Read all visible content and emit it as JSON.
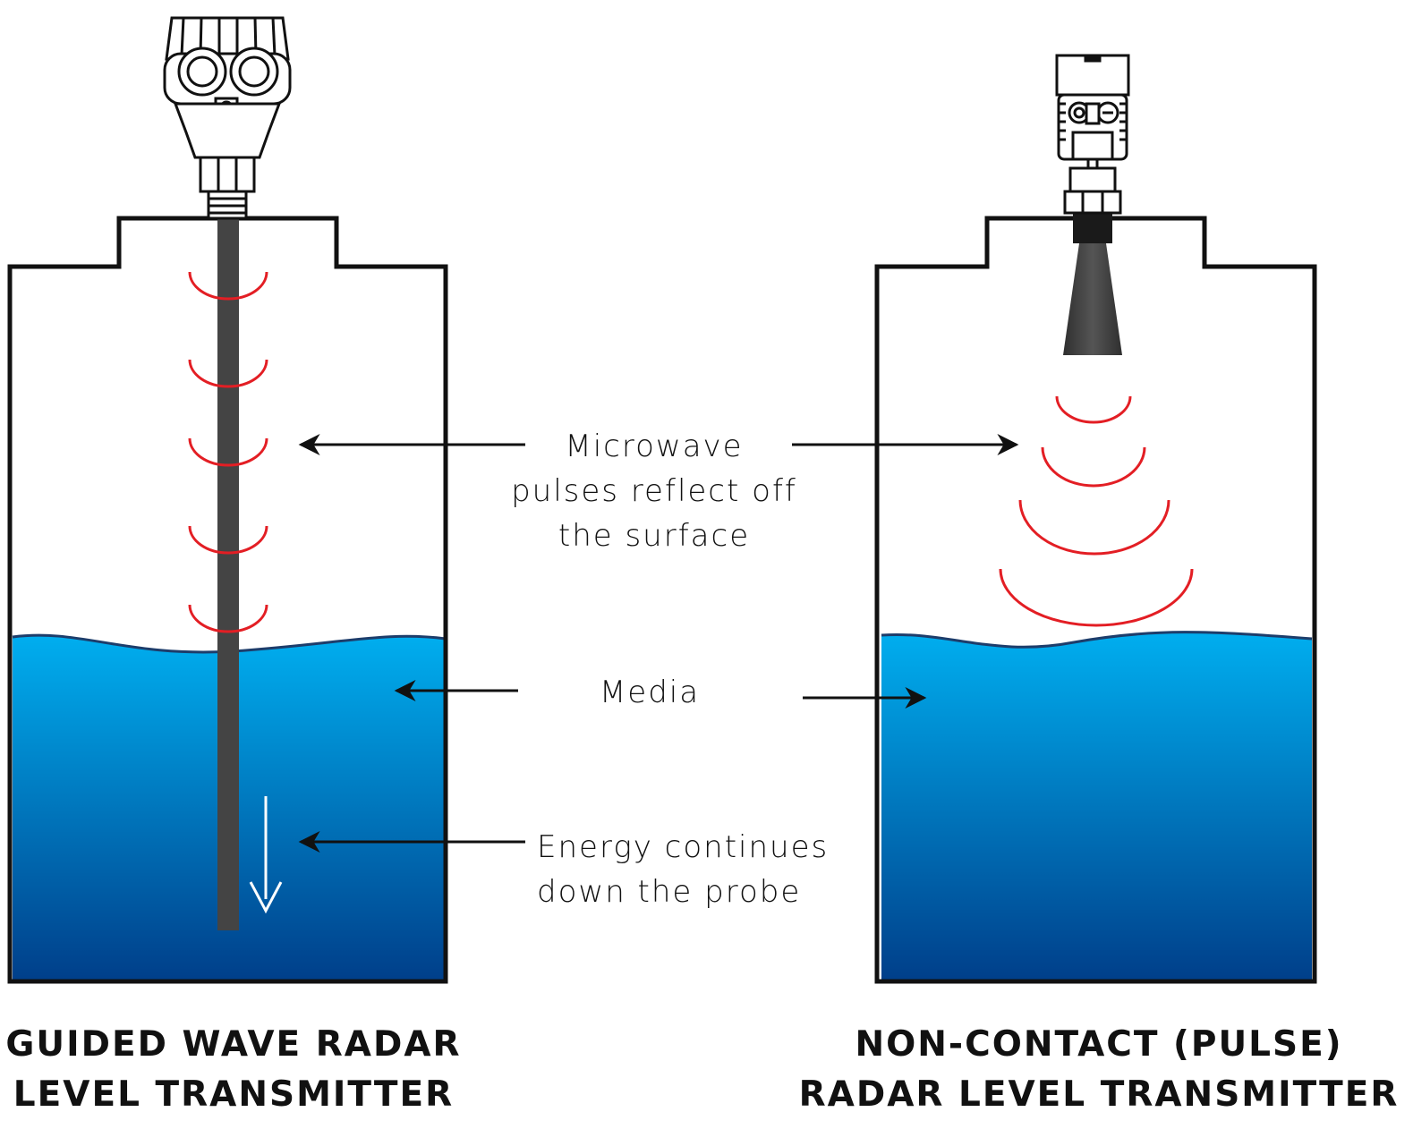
{
  "labels": {
    "microwave": [
      "Microwave",
      "pulses reflect off",
      "the surface"
    ],
    "media": "Media",
    "energy": [
      "Energy continues",
      "down the probe"
    ]
  },
  "captions": {
    "left": [
      "GUIDED WAVE RADAR",
      "LEVEL TRANSMITTER"
    ],
    "right": [
      "NON-CONTACT (PULSE)",
      "RADAR LEVEL TRANSMITTER"
    ]
  },
  "colors": {
    "tank_outline": "#111111",
    "water_top": "#00aeef",
    "water_bottom": "#003f8a",
    "pulse": "#e31e24",
    "probe": "#444444",
    "arrow": "#111111",
    "flow_arrow": "#ffffff"
  }
}
